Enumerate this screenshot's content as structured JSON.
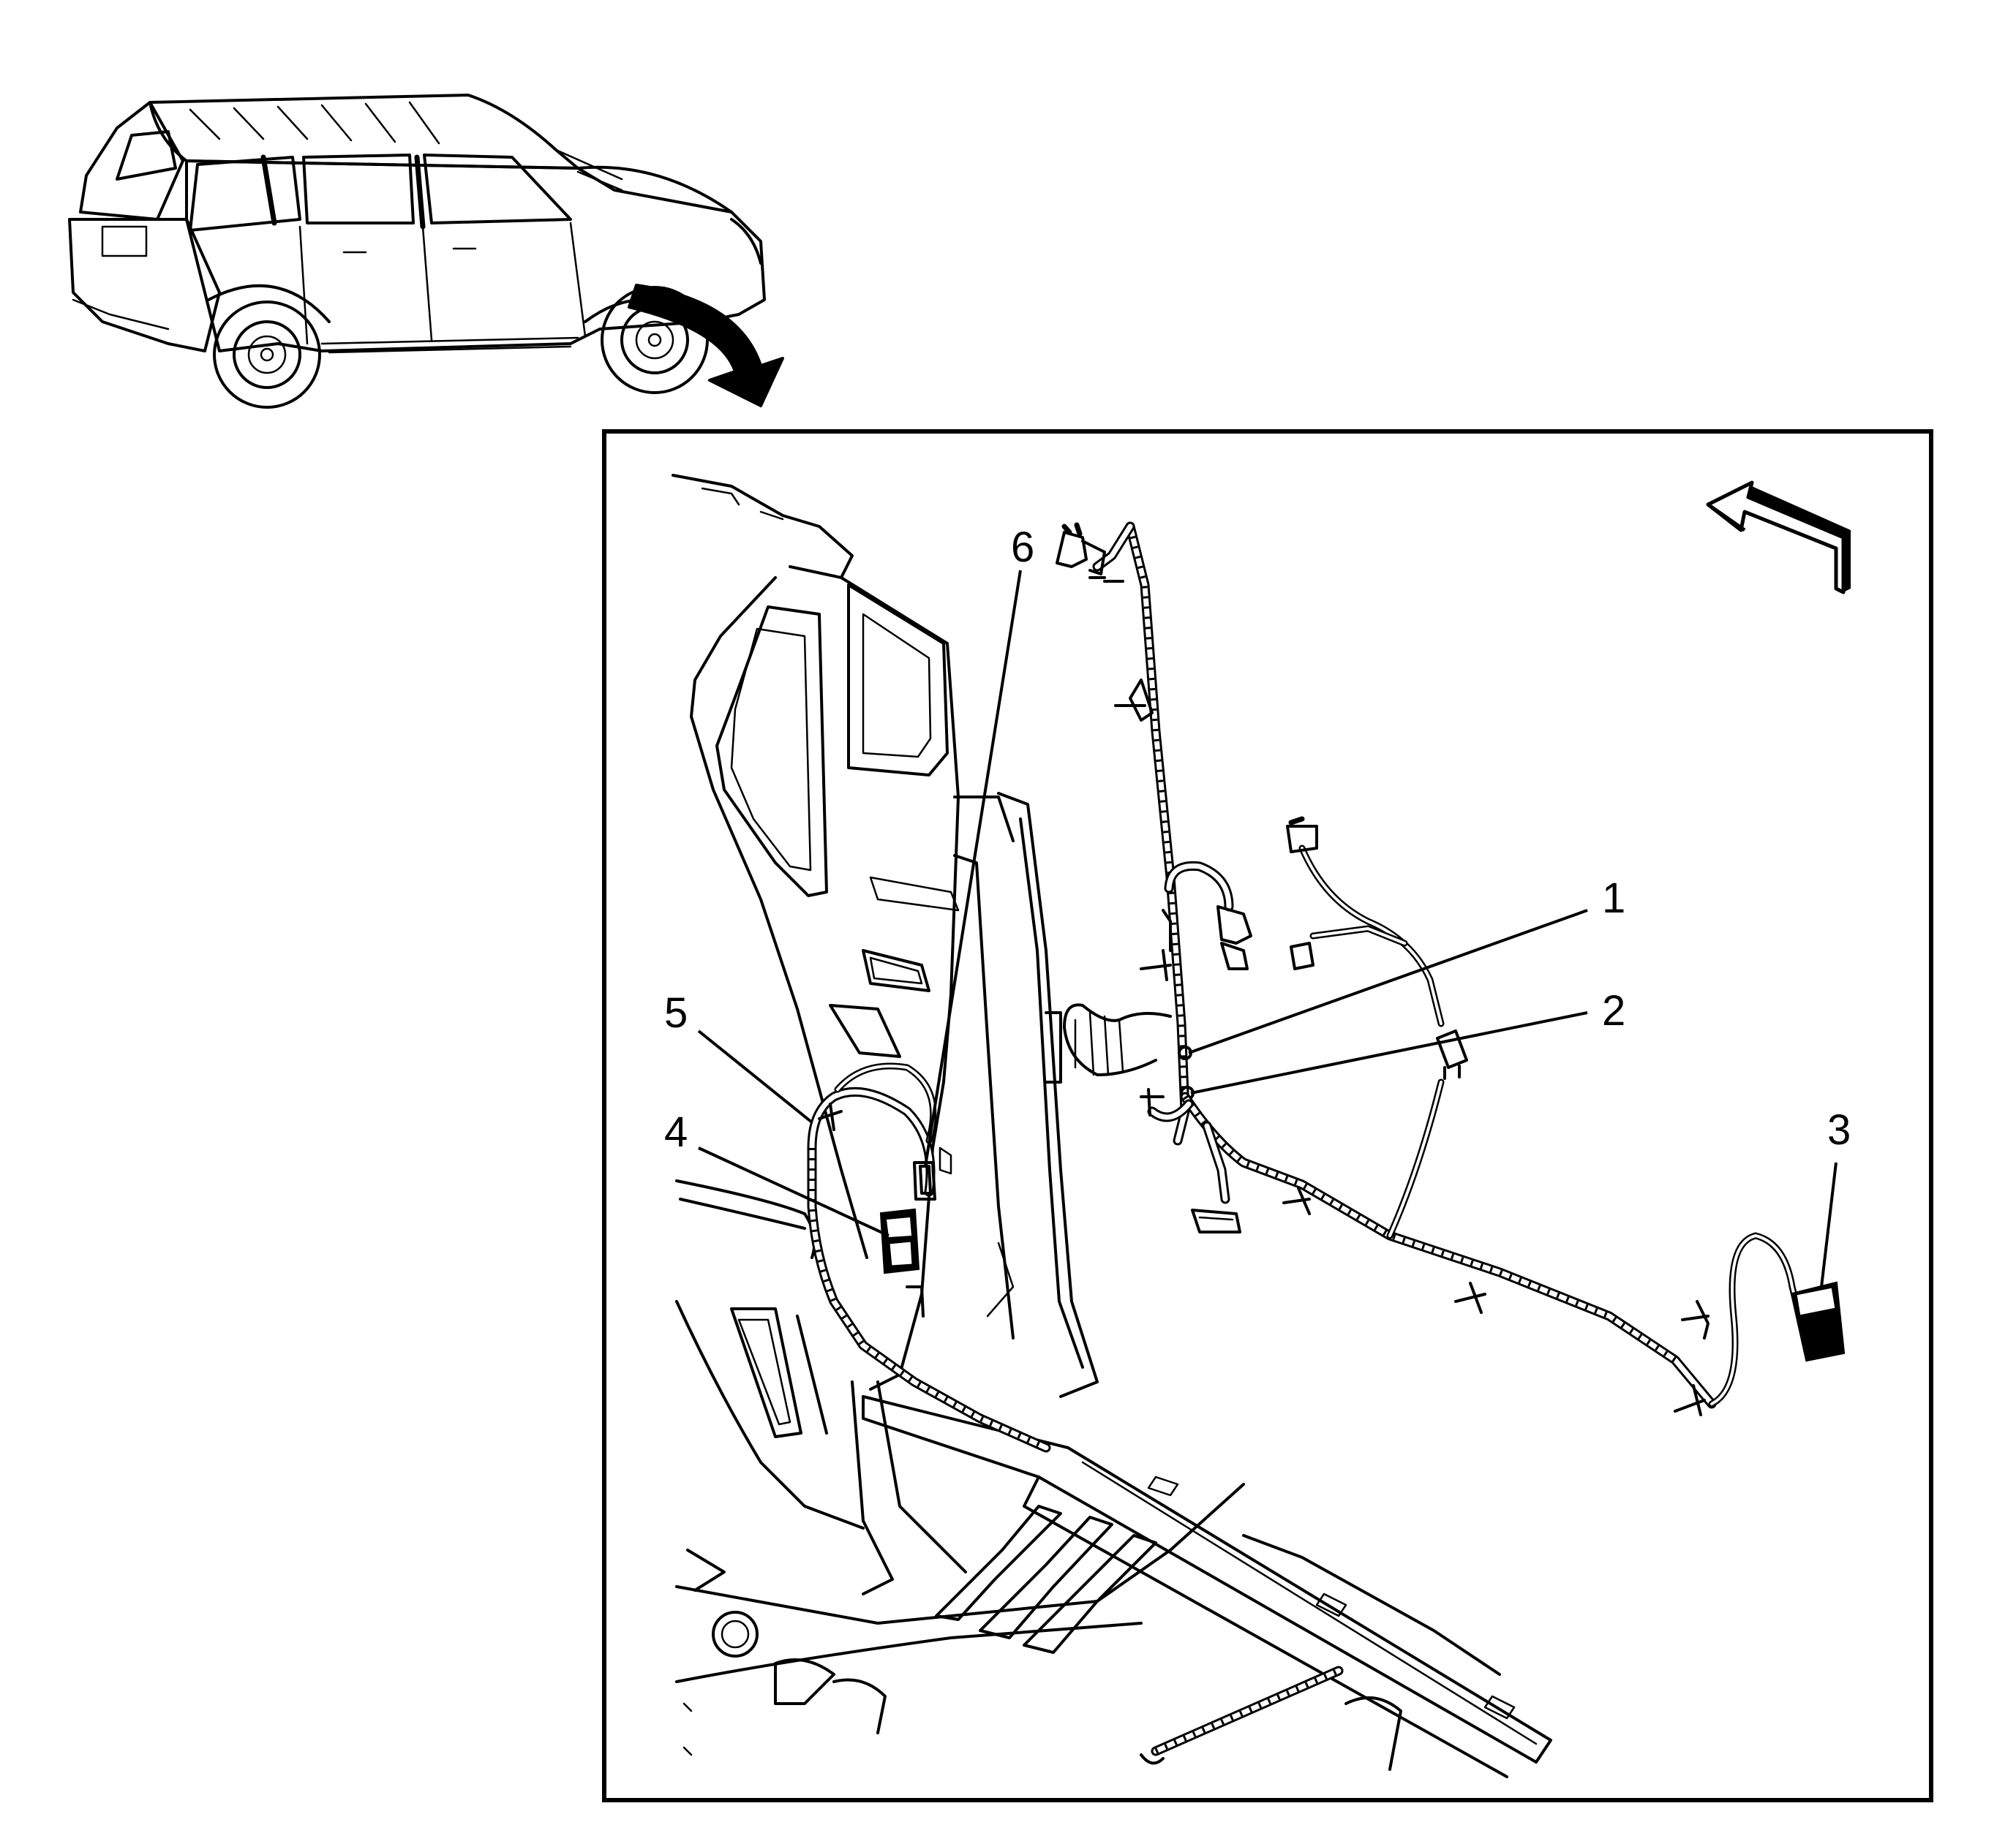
{
  "callouts": [
    {
      "id": "1",
      "label": "1"
    },
    {
      "id": "2",
      "label": "2"
    },
    {
      "id": "3",
      "label": "3"
    },
    {
      "id": "4",
      "label": "4"
    },
    {
      "id": "5",
      "label": "5"
    },
    {
      "id": "6",
      "label": "6"
    }
  ],
  "icons": {
    "vehicle": "suv-locator-icon",
    "locator_arrow": "curved-arrow-icon",
    "view_direction": "front-direction-arrow-icon"
  },
  "colors": {
    "line": "#000000",
    "background": "#ffffff"
  }
}
